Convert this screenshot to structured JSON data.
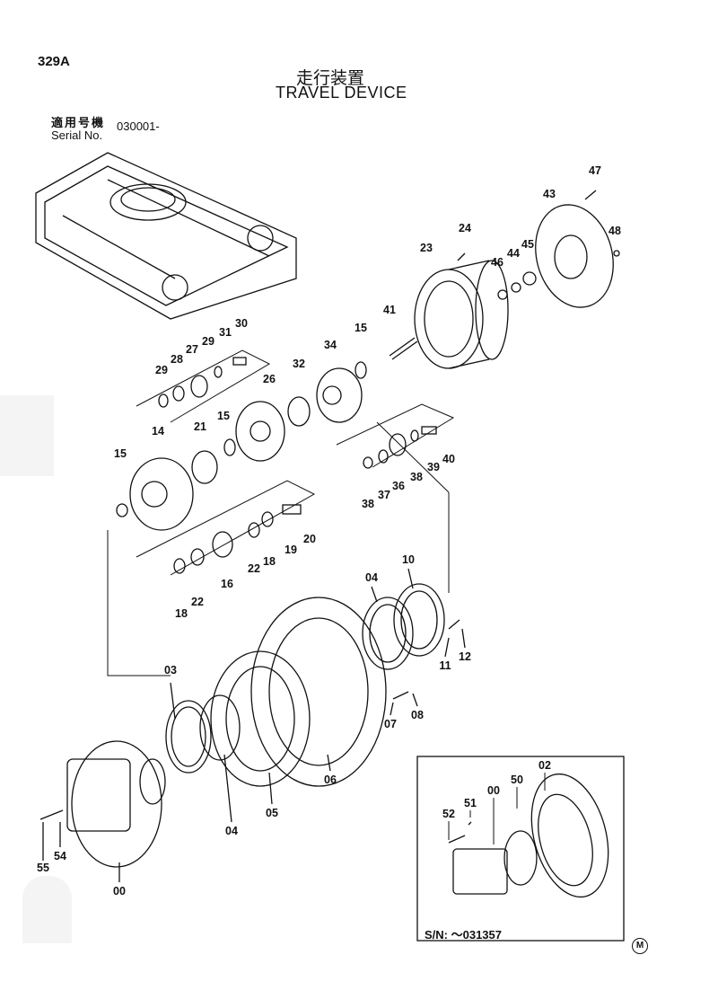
{
  "page_number": "329A",
  "title_jp": "走行装置",
  "title_en": "TRAVEL DEVICE",
  "serial": {
    "label_jp": "適用号機",
    "label_en": "Serial No.",
    "value": "030001-"
  },
  "part_labels": [
    "47",
    "43",
    "48",
    "24",
    "23",
    "46",
    "44",
    "45",
    "41",
    "15",
    "34",
    "32",
    "31",
    "30",
    "29",
    "27",
    "28",
    "29",
    "26",
    "15",
    "21",
    "14",
    "15",
    "40",
    "39",
    "38",
    "36",
    "37",
    "38",
    "20",
    "19",
    "18",
    "22",
    "16",
    "22",
    "18",
    "10",
    "04",
    "11",
    "12",
    "03",
    "07",
    "08",
    "06",
    "05",
    "04",
    "00",
    "54",
    "55"
  ],
  "inset": {
    "part_labels": [
      "02",
      "50",
      "00",
      "51",
      "52"
    ],
    "serial_note": "S/N: ～031357"
  },
  "corner_mark": "M"
}
